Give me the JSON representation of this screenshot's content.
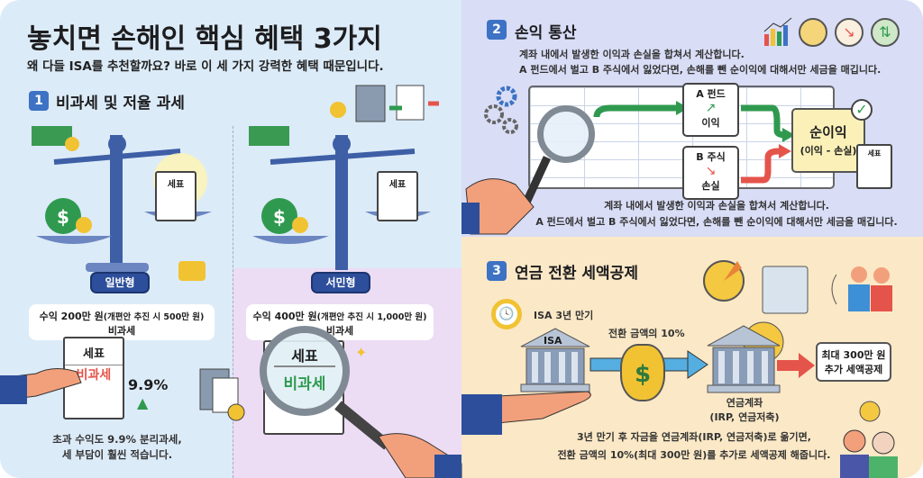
{
  "title": "놓치면 손해인 핵심 혜택 3가지",
  "subtitle": "왜 다들 ISA를 추천할까요? 바로 이 세 가지 강력한 혜택 때문입니다.",
  "colors": {
    "panel1": "#dcebf8",
    "panel1b": "#ecdcf4",
    "panel2": "#d9ddf6",
    "panel3": "#fbe8c6",
    "badge": "#3d72c4",
    "green": "#2f9a4f",
    "red": "#e5544b"
  },
  "section1": {
    "number": "1",
    "title": "비과세 및 저율 과세",
    "left": {
      "scale_doc": "세표",
      "type_label": "일반형",
      "box_line1": "수익 200만 원",
      "box_line1_note": "(개편안 추진 시 500만 원)",
      "box_line2": "비과세",
      "doc_title": "세표",
      "doc_stamp": "비과세",
      "rate": "9.9%",
      "footer_line1": "초과 수익도 9.9% 분리과세,",
      "footer_line2": "세 부담이 훨씬 적습니다."
    },
    "right": {
      "scale_doc": "세표",
      "type_label": "서민형",
      "box_line1": "수익 400만 원",
      "box_line1_note": "(개편안 추진 시 1,000만 원)",
      "box_line2": "비과세",
      "doc_title": "세표",
      "doc_stamp": "비과세"
    }
  },
  "section2": {
    "number": "2",
    "title": "손익 통산",
    "desc_line1": "계좌 내에서 발생한 이익과 손실을 합쳐서 계산합니다.",
    "desc_line2": "A 펀드에서 벌고 B 주식에서 잃었다면, 손해를 뺀 순이익에 대해서만 세금을 매깁니다.",
    "fund_a": "A 펀드",
    "profit": "이익",
    "stock_b": "B 주식",
    "loss": "손실",
    "net": "순이익",
    "net_formula": "(이익 - 손실)",
    "doc": "세표",
    "footer_line1": "계좌 내에서 발생한 이익과 손실을 합쳐서 계산합니다.",
    "footer_line2": "A 펀드에서 벌고 B 주식에서 잃었다면, 손해를 뺀 순이익에 대해서만 세금을 매깁니다.",
    "icons": [
      "bar-chart-icon",
      "money-bag-icon",
      "falling-chart-icon",
      "exchange-icon"
    ]
  },
  "section3": {
    "number": "3",
    "title": "연금 전환 세액공제",
    "maturity": "ISA 3년 만기",
    "isa": "ISA",
    "conversion": "전환 금액의 10%",
    "pension_line1": "연금계좌",
    "pension_line2": "(IRP, 연금저축)",
    "result_line1": "최대 300만 원",
    "result_line2": "추가 세액공제",
    "footer_line1": "3년 만기 후 자금을 연금계좌(IRP, 연금저축)로 옮기면,",
    "footer_line2": "전환 금액의 10%(최대 300만 원)를 추가로 세액공제 해줍니다."
  }
}
